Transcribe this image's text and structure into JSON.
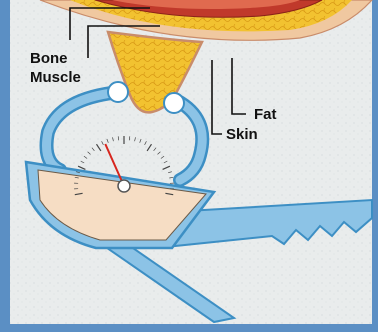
{
  "labels": {
    "bone": "Bone",
    "muscle": "Muscle",
    "fat": "Fat",
    "skin": "Skin"
  },
  "colors": {
    "frame_blue": "#5b8fc4",
    "caliper_blue": "#8cc3e6",
    "caliper_edge": "#3d8fc4",
    "fat_yellow": "#f2c230",
    "skin_tone": "#f0c8a0",
    "muscle_red": "#c0392b",
    "dial_face": "#f6ddc4",
    "needle_red": "#d7261e"
  },
  "icons": [
    "skin-fold",
    "skinfold-caliper",
    "dial-gauge"
  ],
  "gauge": {
    "needle_fraction": 0.38
  }
}
